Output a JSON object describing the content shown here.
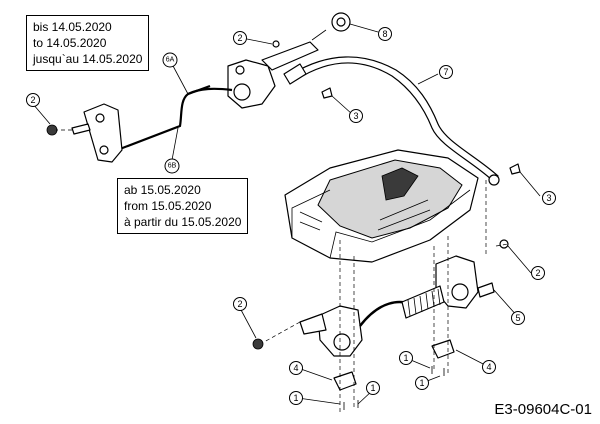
{
  "notes": {
    "before": [
      "bis 14.05.2020",
      "to 14.05.2020",
      "jusqu`au 14.05.2020"
    ],
    "after": [
      "ab 15.05.2020",
      "from 15.05.2020",
      "à partir du 15.05.2020"
    ]
  },
  "callouts": [
    "1",
    "1",
    "1",
    "1",
    "2",
    "2",
    "2",
    "2",
    "3",
    "3",
    "4",
    "4",
    "5",
    "6A",
    "6B",
    "7",
    "8"
  ],
  "reference_code": "E3-09604C-01"
}
